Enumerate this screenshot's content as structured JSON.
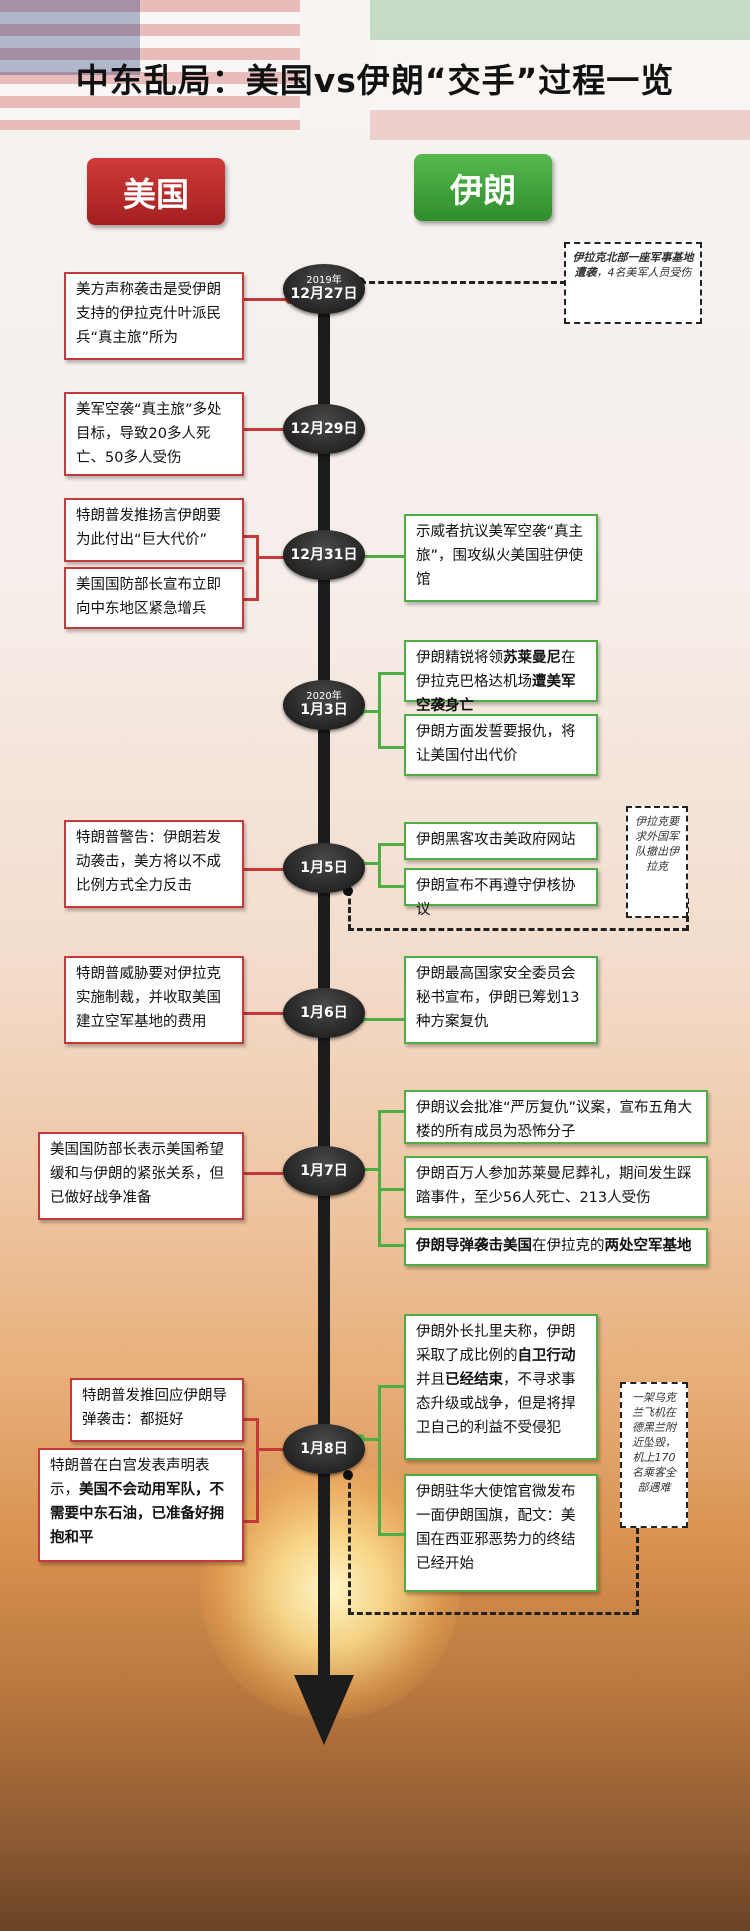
{
  "title": "中东乱局：美国vs伊朗“交手”过程一览",
  "headers": {
    "us": "美国",
    "iran": "伊朗"
  },
  "nodes": {
    "n1": {
      "year": "2019年",
      "date": "12月27日"
    },
    "n2": {
      "date": "12月29日"
    },
    "n3": {
      "date": "12月31日"
    },
    "n4": {
      "year": "2020年",
      "date": "1月3日"
    },
    "n5": {
      "date": "1月5日"
    },
    "n6": {
      "date": "1月6日"
    },
    "n7": {
      "date": "1月7日"
    },
    "n8": {
      "date": "1月8日"
    }
  },
  "us_events": {
    "e1": "美方声称袭击是受伊朗支持的伊拉克什叶派民兵“真主旅”所为",
    "e2": "美军空袭“真主旅”多处目标，导致20多人死亡、50多人受伤",
    "e3": "特朗普发推扬言伊朗要为此付出“巨大代价”",
    "e4": "美国国防部长宣布立即向中东地区紧急增兵",
    "e5": "特朗普警告：伊朗若发动袭击，美方将以不成比例方式全力反击",
    "e6": "特朗普威胁要对伊拉克实施制裁，并收取美国建立空军基地的费用",
    "e7": "美国国防部长表示美国希望缓和与伊朗的紧张关系，但已做好战争准备",
    "e8": "特朗普发推回应伊朗导弹袭击：都挺好",
    "e9a": "特朗普在白宫发表声明表示，",
    "e9b": "美国不会动用军队，不需要中东石油，已准备好拥抱和平"
  },
  "iran_events": {
    "e1": "示威者抗议美军空袭“真主旅”，围攻纵火美国驻伊使馆",
    "e2a": "伊朗精锐将领",
    "e2b": "苏莱曼尼",
    "e2c": "在伊拉克巴格达机场",
    "e2d": "遭美军空袭身亡",
    "e3": "伊朗方面发誓要报仇，将让美国付出代价",
    "e4": "伊朗黑客攻击美政府网站",
    "e5": "伊朗宣布不再遵守伊核协议",
    "e6": "伊朗最高国家安全委员会秘书宣布，伊朗已筹划13种方案复仇",
    "e7": "伊朗议会批准“严厉复仇”议案，宣布五角大楼的所有成员为恐怖分子",
    "e8": "伊朗百万人参加苏莱曼尼葬礼，期间发生踩踏事件，至少56人死亡、213人受伤",
    "e9a": "伊朗导弹袭击美国",
    "e9b": "在伊拉克的",
    "e9c": "两处空军基地",
    "e10a": "伊朗外长扎里夫称，伊朗采取了成比例的",
    "e10b": "自卫行动",
    "e10c": "并且",
    "e10d": "已经结束",
    "e10e": "，不寻求事态升级或战争，但是将捍卫自己的利益不受侵犯",
    "e11": "伊朗驻华大使馆官微发布一面伊朗国旗，配文：美国在西亚邪恶势力的终结已经开始"
  },
  "notes": {
    "n1a": "伊拉克北部一座军事基地遭袭",
    "n1b": "，4名美军人员受伤",
    "n2": "伊拉克要求外国军队撤出伊拉克",
    "n3": "一架乌克兰飞机在德黑兰附近坠毁，机上170名乘客全部遇难"
  }
}
